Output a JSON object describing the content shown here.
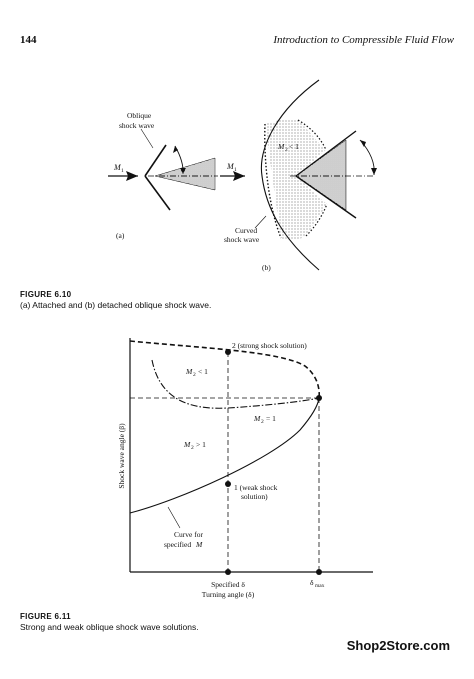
{
  "header": {
    "page_number": "144",
    "book_title": "Introduction to Compressible Fluid Flow"
  },
  "figure_6_10": {
    "label": "FIGURE 6.10",
    "caption": "(a) Attached and (b) detached oblique shock wave.",
    "oblique_label_line1": "Oblique",
    "oblique_label_line2": "shock wave",
    "m1_label": "M",
    "m1_sub": "1",
    "m2_label": "M",
    "m2_sub": "2",
    "m2_rel": " < 1",
    "curved_line1": "Curved",
    "curved_line2": "shock wave",
    "panel_a": "(a)",
    "panel_b": "(b)"
  },
  "figure_6_11": {
    "label": "FIGURE 6.11",
    "caption": "Strong and weak oblique shock wave solutions.",
    "strong_label": "2 (strong shock solution)",
    "m2_lt1": "< 1",
    "m2_eq1": "= 1",
    "m2_gt1": "> 1",
    "weak_line1": "1 (weak shock",
    "weak_line2": "solution)",
    "curve_line1": "Curve for",
    "curve_line2": "specified",
    "curve_M": "M",
    "y_axis": "Shock wave angle (β)",
    "specified_delta": "Specified δ",
    "turning_angle": "Turning angle (δ)",
    "delta_max_main": "δ",
    "delta_max_sub": "max"
  },
  "watermark": "Shop2Store.com"
}
